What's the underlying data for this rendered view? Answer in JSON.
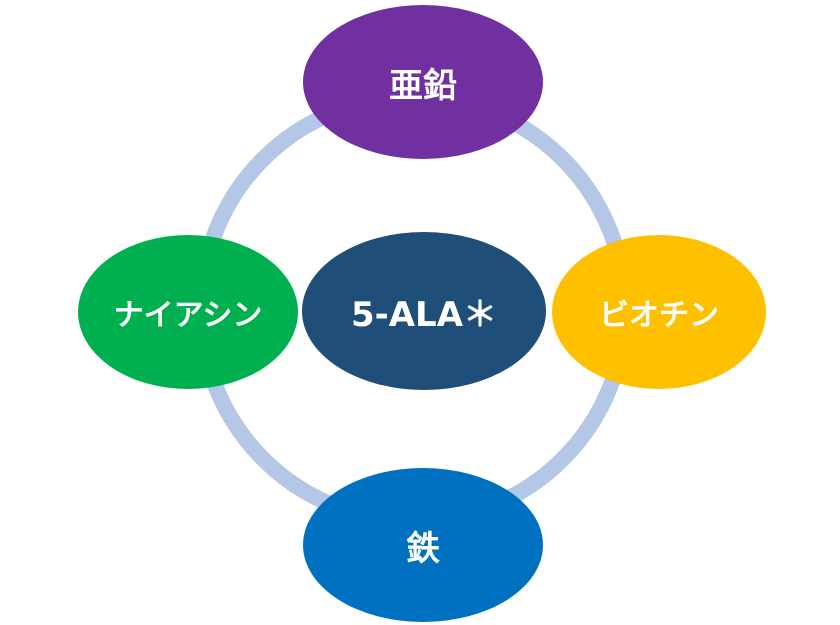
{
  "diagram": {
    "colors": {
      "ring": "#b4c7e7",
      "top": "#7030a0",
      "left": "#00b050",
      "center": "#1f4e79",
      "right": "#ffc000",
      "bottom": "#0070c0"
    },
    "nodes": {
      "top": "亜鉛",
      "left": "ナイアシン",
      "center": "5-ALA＊",
      "right": "ビオチン",
      "bottom": "鉄"
    }
  }
}
